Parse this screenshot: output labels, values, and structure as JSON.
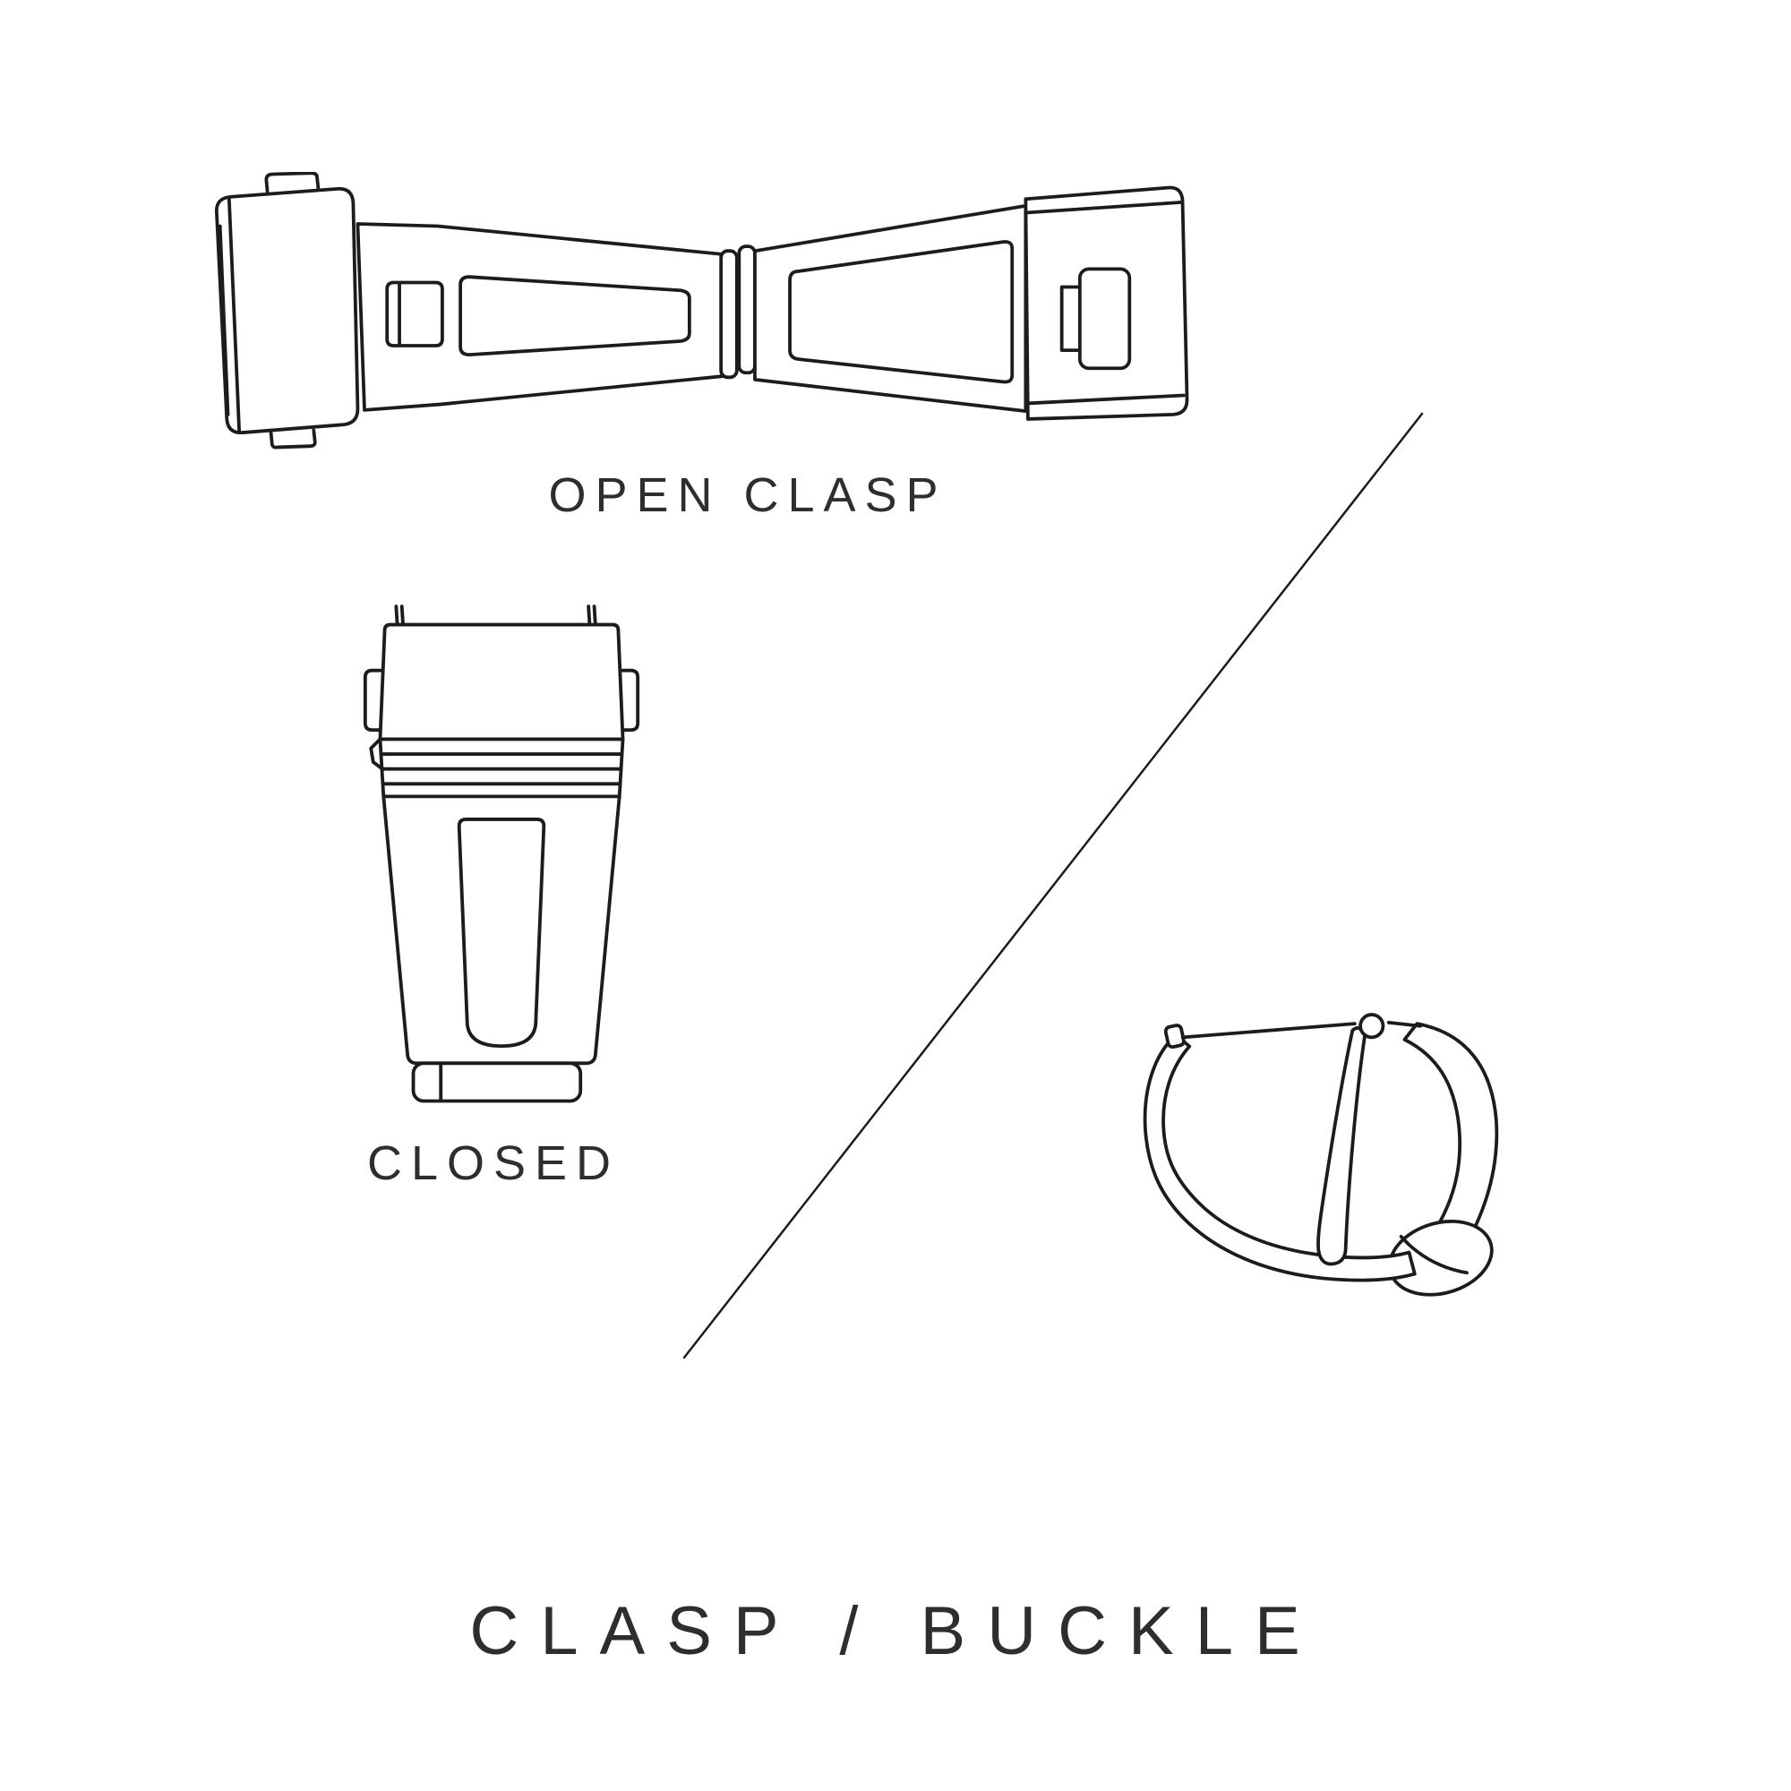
{
  "page": {
    "background_color": "#ffffff",
    "ink_color": "#1c1c1c",
    "text_color": "#2e2e2e"
  },
  "figures": {
    "open_clasp": {
      "label": "OPEN CLASP",
      "illustration": "open-clasp-line-art"
    },
    "closed_clasp": {
      "label": "CLOSED",
      "illustration": "closed-clasp-line-art"
    },
    "buckle": {
      "illustration": "tang-buckle-line-art"
    }
  },
  "title": "CLASP / BUCKLE"
}
